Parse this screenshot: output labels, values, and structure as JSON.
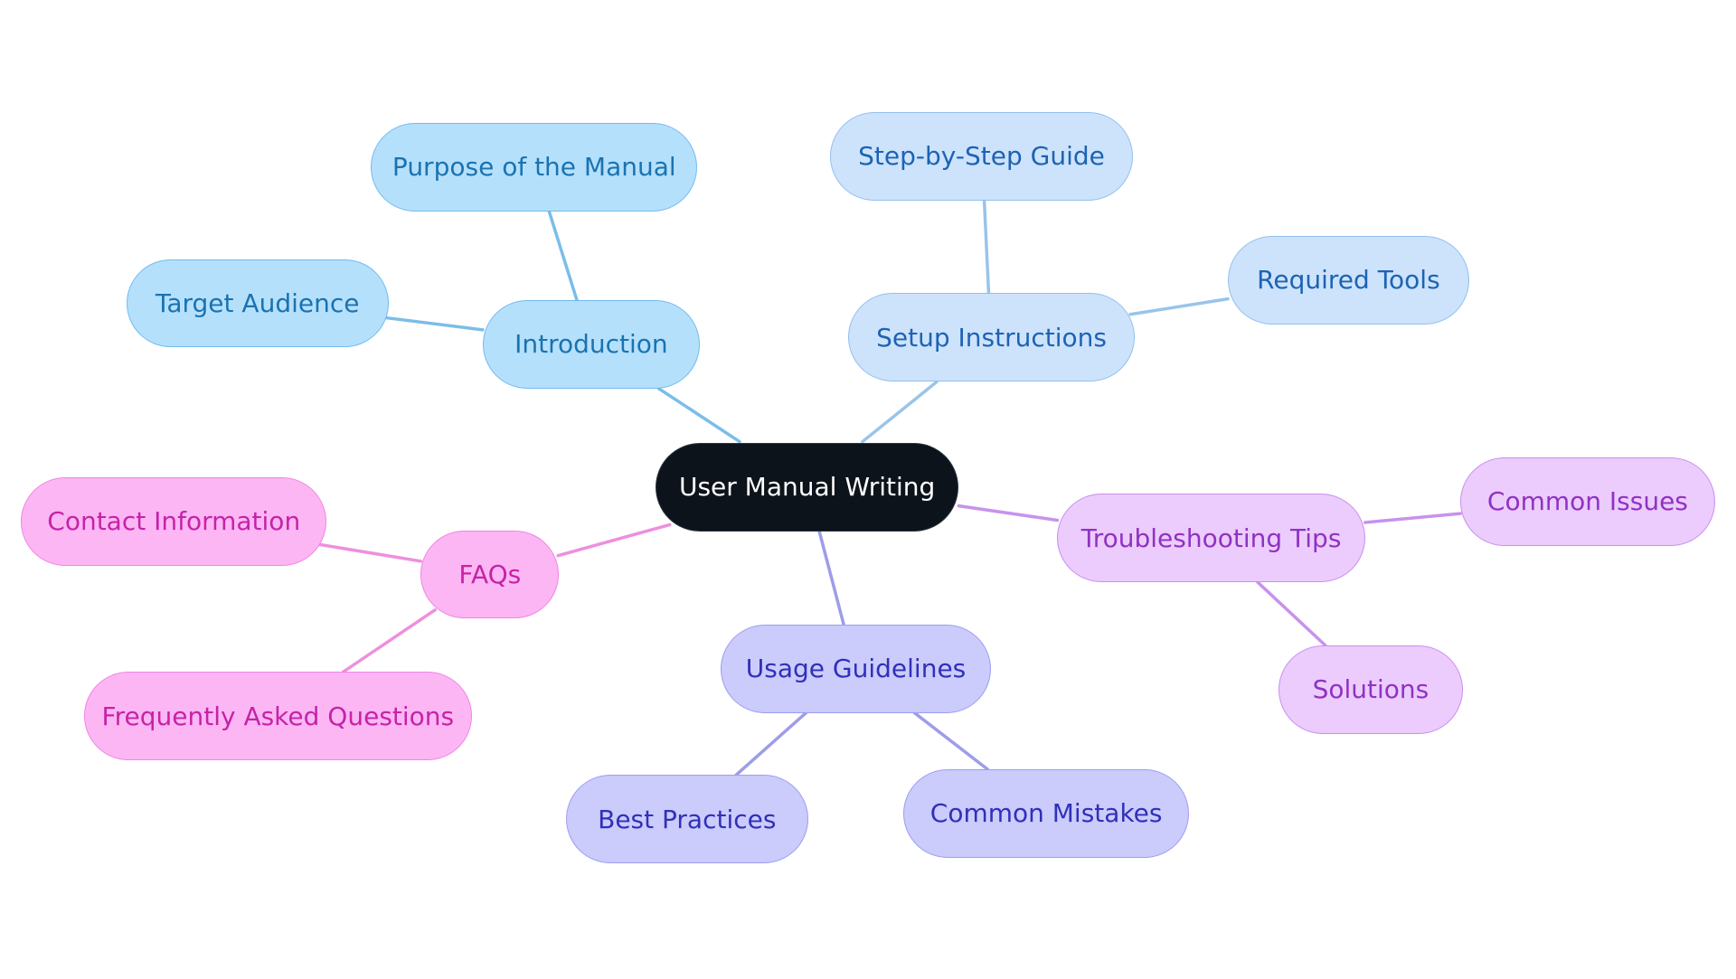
{
  "mindmap": {
    "root": {
      "id": "root",
      "label": "User Manual Writing",
      "fill": "#0d131b",
      "stroke": "#2c3440",
      "text": "#ffffff"
    },
    "branches": [
      {
        "id": "intro",
        "label": "Introduction",
        "fill": "#b5e0fc",
        "stroke": "#73baed",
        "text": "#1a73b0",
        "edge": "#7bbde8",
        "children": [
          {
            "id": "purpose",
            "label": "Purpose of the Manual"
          },
          {
            "id": "audience",
            "label": "Target Audience"
          }
        ]
      },
      {
        "id": "setup",
        "label": "Setup Instructions",
        "fill": "#cde3fb",
        "stroke": "#93bfee",
        "text": "#1d63b4",
        "edge": "#99c4ea",
        "children": [
          {
            "id": "stepguide",
            "label": "Step-by-Step Guide"
          },
          {
            "id": "tools",
            "label": "Required Tools"
          }
        ]
      },
      {
        "id": "trouble",
        "label": "Troubleshooting Tips",
        "fill": "#ebccfc",
        "stroke": "#c98ef0",
        "text": "#9131c4",
        "edge": "#c792ec",
        "children": [
          {
            "id": "issues",
            "label": "Common Issues"
          },
          {
            "id": "solutions",
            "label": "Solutions"
          }
        ]
      },
      {
        "id": "usage",
        "label": "Usage Guidelines",
        "fill": "#cbcbfc",
        "stroke": "#9d9df0",
        "text": "#3030b8",
        "edge": "#9d9de8",
        "children": [
          {
            "id": "best",
            "label": "Best Practices"
          },
          {
            "id": "mistakes",
            "label": "Common Mistakes"
          }
        ]
      },
      {
        "id": "faqs",
        "label": "FAQs",
        "fill": "#fdb6f4",
        "stroke": "#ef84e3",
        "text": "#c523a8",
        "edge": "#ee8fde",
        "children": [
          {
            "id": "contact",
            "label": "Contact Information"
          },
          {
            "id": "faq",
            "label": "Frequently Asked Questions"
          }
        ]
      }
    ]
  }
}
